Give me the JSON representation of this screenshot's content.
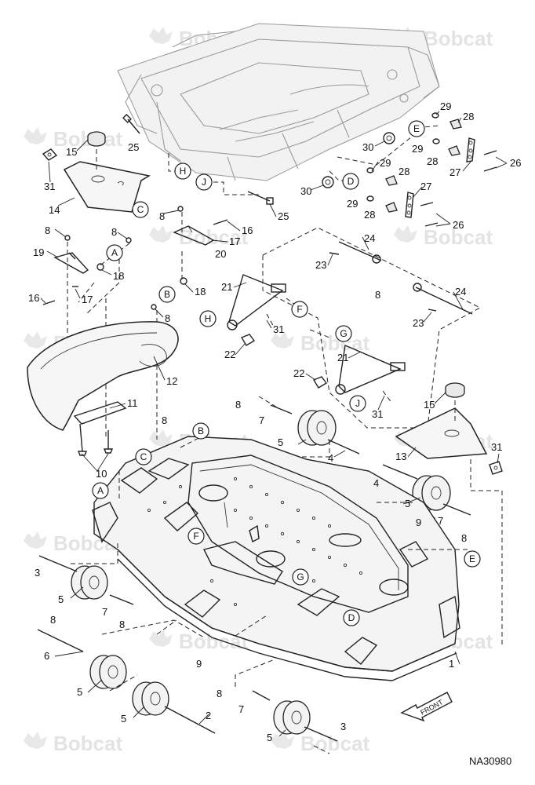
{
  "watermark": {
    "brand": "Bobcat"
  },
  "figure_code": "NA30980",
  "direction_label": "FRONT",
  "part_numbers": [
    "1",
    "2",
    "3",
    "4",
    "5",
    "6",
    "7",
    "8",
    "9",
    "10",
    "11",
    "12",
    "13",
    "14",
    "15",
    "16",
    "17",
    "18",
    "19",
    "20",
    "21",
    "22",
    "23",
    "24",
    "25",
    "26",
    "27",
    "28",
    "29",
    "30",
    "31"
  ],
  "reference_letters": [
    "A",
    "B",
    "C",
    "D",
    "E",
    "F",
    "G",
    "H",
    "J"
  ],
  "labels": [
    {
      "id": "l15a",
      "text": "15"
    },
    {
      "id": "l25a",
      "text": "25"
    },
    {
      "id": "l31a",
      "text": "31"
    },
    {
      "id": "l14",
      "text": "14"
    },
    {
      "id": "l29a",
      "text": "29"
    },
    {
      "id": "l28a",
      "text": "28"
    },
    {
      "id": "l30a",
      "text": "30"
    },
    {
      "id": "l29b",
      "text": "29"
    },
    {
      "id": "l28b",
      "text": "28"
    },
    {
      "id": "l27a",
      "text": "27"
    },
    {
      "id": "l26a",
      "text": "26"
    },
    {
      "id": "l29c",
      "text": "29"
    },
    {
      "id": "l28c",
      "text": "28"
    },
    {
      "id": "l30b",
      "text": "30"
    },
    {
      "id": "l27b",
      "text": "27"
    },
    {
      "id": "l29d",
      "text": "29"
    },
    {
      "id": "l28d",
      "text": "28"
    },
    {
      "id": "l26b",
      "text": "26"
    },
    {
      "id": "l25b",
      "text": "25"
    },
    {
      "id": "l8a",
      "text": "8"
    },
    {
      "id": "l16a",
      "text": "16"
    },
    {
      "id": "l17a",
      "text": "17"
    },
    {
      "id": "l20",
      "text": "20"
    },
    {
      "id": "l8b",
      "text": "8"
    },
    {
      "id": "l8c",
      "text": "8"
    },
    {
      "id": "l19",
      "text": "19"
    },
    {
      "id": "l18a",
      "text": "18"
    },
    {
      "id": "l16b",
      "text": "16"
    },
    {
      "id": "l17b",
      "text": "17"
    },
    {
      "id": "l18b",
      "text": "18"
    },
    {
      "id": "l8d",
      "text": "8"
    },
    {
      "id": "l24a",
      "text": "24"
    },
    {
      "id": "l23a",
      "text": "23"
    },
    {
      "id": "l8e",
      "text": "8"
    },
    {
      "id": "l24b",
      "text": "24"
    },
    {
      "id": "l23b",
      "text": "23"
    },
    {
      "id": "l21a",
      "text": "21"
    },
    {
      "id": "l31b",
      "text": "31"
    },
    {
      "id": "l22a",
      "text": "22"
    },
    {
      "id": "l21b",
      "text": "21"
    },
    {
      "id": "l22b",
      "text": "22"
    },
    {
      "id": "l31c",
      "text": "31"
    },
    {
      "id": "l12",
      "text": "12"
    },
    {
      "id": "l11",
      "text": "11"
    },
    {
      "id": "l8f",
      "text": "8"
    },
    {
      "id": "l7a",
      "text": "7"
    },
    {
      "id": "l5a",
      "text": "5"
    },
    {
      "id": "l4a",
      "text": "4"
    },
    {
      "id": "l15b",
      "text": "15"
    },
    {
      "id": "l13",
      "text": "13"
    },
    {
      "id": "l31d",
      "text": "31"
    },
    {
      "id": "l8g",
      "text": "8"
    },
    {
      "id": "l10",
      "text": "10"
    },
    {
      "id": "l4b",
      "text": "4"
    },
    {
      "id": "l5b",
      "text": "5"
    },
    {
      "id": "l9a",
      "text": "9"
    },
    {
      "id": "l7b",
      "text": "7"
    },
    {
      "id": "l8h",
      "text": "8"
    },
    {
      "id": "l3a",
      "text": "3"
    },
    {
      "id": "l5c",
      "text": "5"
    },
    {
      "id": "l7c",
      "text": "7"
    },
    {
      "id": "l8i",
      "text": "8"
    },
    {
      "id": "l8j",
      "text": "8"
    },
    {
      "id": "l6",
      "text": "6"
    },
    {
      "id": "l9b",
      "text": "9"
    },
    {
      "id": "l1",
      "text": "1"
    },
    {
      "id": "l5d",
      "text": "5"
    },
    {
      "id": "l5e",
      "text": "5"
    },
    {
      "id": "l2",
      "text": "2"
    },
    {
      "id": "l8k",
      "text": "8"
    },
    {
      "id": "l7d",
      "text": "7"
    },
    {
      "id": "l3b",
      "text": "3"
    },
    {
      "id": "l5f",
      "text": "5"
    }
  ],
  "callouts": [
    {
      "id": "cC1",
      "text": "C"
    },
    {
      "id": "cH1",
      "text": "H"
    },
    {
      "id": "cJ1",
      "text": "J"
    },
    {
      "id": "cE1",
      "text": "E"
    },
    {
      "id": "cD1",
      "text": "D"
    },
    {
      "id": "cA1",
      "text": "A"
    },
    {
      "id": "cB1",
      "text": "B"
    },
    {
      "id": "cF1",
      "text": "F"
    },
    {
      "id": "cH2",
      "text": "H"
    },
    {
      "id": "cG1",
      "text": "G"
    },
    {
      "id": "cJ2",
      "text": "J"
    },
    {
      "id": "cB2",
      "text": "B"
    },
    {
      "id": "cC2",
      "text": "C"
    },
    {
      "id": "cA2",
      "text": "A"
    },
    {
      "id": "cF2",
      "text": "F"
    },
    {
      "id": "cG2",
      "text": "G"
    },
    {
      "id": "cD2",
      "text": "D"
    },
    {
      "id": "cE2",
      "text": "E"
    }
  ]
}
